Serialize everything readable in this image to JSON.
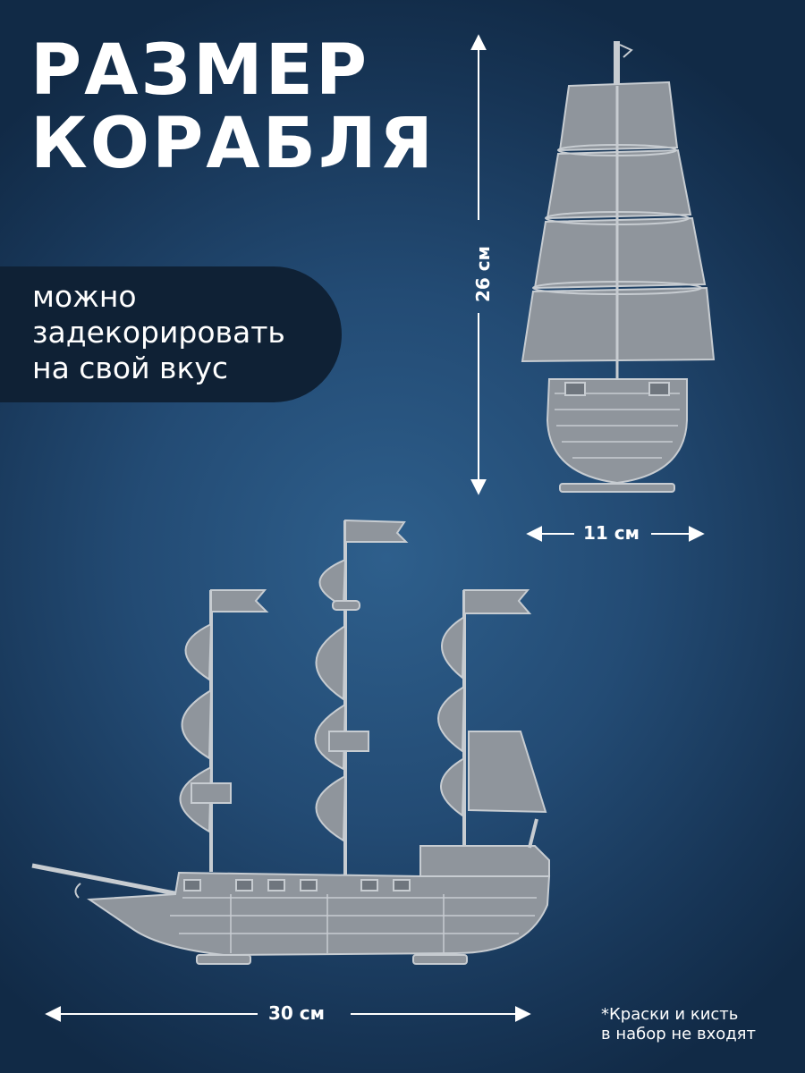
{
  "title": {
    "line1": "РАЗМЕР",
    "line2": "КОРАБЛЯ"
  },
  "pill": {
    "line1": "можно",
    "line2": "задекорировать",
    "line3": "на свой вкус"
  },
  "dimensions": {
    "height": "26 см",
    "width": "11 см",
    "length": "30 см"
  },
  "note": {
    "line1": "*Краски и кисть",
    "line2": "в набор не входят"
  },
  "colors": {
    "background": "#234b74",
    "panel": "#0f2135",
    "model": "#8f959c",
    "text": "#ffffff"
  }
}
